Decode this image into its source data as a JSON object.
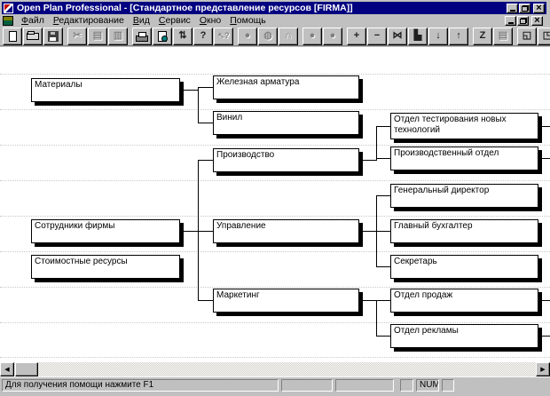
{
  "window": {
    "title": "Open Plan Professional - [Стандартное представление ресурсов [FIRMA]]",
    "controls": {
      "close_glyph": "×"
    }
  },
  "menu": {
    "items": [
      "Файл",
      "Редактирование",
      "Вид",
      "Сервис",
      "Окно",
      "Помощь"
    ]
  },
  "toolbar": {
    "buttons": [
      {
        "name": "new-document",
        "icon": "page",
        "disabled": false
      },
      {
        "name": "open-folder",
        "icon": "folder",
        "disabled": false
      },
      {
        "name": "save-floppy",
        "icon": "floppy",
        "disabled": false
      },
      {
        "name": "cut-scissors",
        "glyph": "✂",
        "disabled": true
      },
      {
        "name": "copy",
        "glyph": "▤",
        "disabled": true
      },
      {
        "name": "paste",
        "glyph": "▥",
        "disabled": true
      },
      {
        "name": "print",
        "icon": "printer",
        "disabled": false
      },
      {
        "name": "print-preview",
        "icon": "page-magnifier",
        "disabled": false
      },
      {
        "name": "exchange-arrows",
        "glyph": "⇅",
        "disabled": false
      },
      {
        "name": "help",
        "glyph": "?",
        "disabled": false
      },
      {
        "name": "context-help",
        "glyph": "↖?",
        "disabled": true
      },
      {
        "name": "resource-circle-1",
        "glyph": "●",
        "disabled": true
      },
      {
        "name": "resource-circle-2",
        "glyph": "◍",
        "disabled": true
      },
      {
        "name": "resource-dome",
        "glyph": "∩",
        "disabled": true
      },
      {
        "name": "resource-circle-3",
        "glyph": "●",
        "disabled": true
      },
      {
        "name": "resource-circle-4",
        "glyph": "●",
        "disabled": true
      },
      {
        "name": "add-plus",
        "glyph": "+",
        "disabled": false
      },
      {
        "name": "remove-minus",
        "glyph": "−",
        "disabled": false
      },
      {
        "name": "link-nodes",
        "glyph": "⋈",
        "disabled": false
      },
      {
        "name": "step-structure",
        "glyph": "▙",
        "disabled": false
      },
      {
        "name": "arrow-down",
        "glyph": "↓",
        "disabled": false
      },
      {
        "name": "arrow-up",
        "glyph": "↑",
        "disabled": false
      },
      {
        "name": "z-view",
        "glyph": "Z",
        "disabled": false
      },
      {
        "name": "notes-page",
        "glyph": "▤",
        "disabled": true
      },
      {
        "name": "tile-windows",
        "glyph": "◱",
        "disabled": false
      },
      {
        "name": "cascade-windows",
        "glyph": "◳",
        "disabled": false
      }
    ]
  },
  "canvas": {
    "nodes": [
      {
        "label": "Материалы"
      },
      {
        "label": "Железная арматура"
      },
      {
        "label": "Винил"
      },
      {
        "label": "Производство"
      },
      {
        "label": "Управление"
      },
      {
        "label": "Маркетинг"
      },
      {
        "label": "Сотрудники фирмы"
      },
      {
        "label": "Стоимостные ресурсы"
      },
      {
        "label": "Отдел тестирования новых технологий"
      },
      {
        "label": "Производственный отдел"
      },
      {
        "label": "Генеральный директор"
      },
      {
        "label": "Главный бухгалтер"
      },
      {
        "label": "Секретарь"
      },
      {
        "label": "Отдел продаж"
      },
      {
        "label": "Отдел рекламы"
      }
    ]
  },
  "scrollbar": {
    "left_arrow": "◀",
    "right_arrow": "▶"
  },
  "status": {
    "message": "Для получения помощи нажмите F1",
    "num_indicator": "NUM"
  },
  "colors": {
    "titlebar": "#000080",
    "chrome": "#c0c0c0",
    "canvas": "#ffffff",
    "preview_dot": "#008080"
  }
}
